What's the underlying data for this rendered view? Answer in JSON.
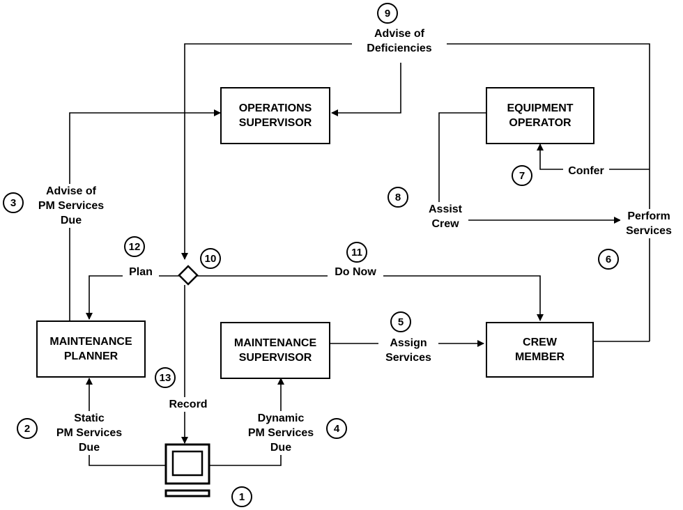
{
  "boxes": {
    "operations_supervisor": [
      "OPERATIONS",
      "SUPERVISOR"
    ],
    "equipment_operator": [
      "EQUIPMENT",
      "OPERATOR"
    ],
    "maintenance_planner": [
      "MAINTENANCE",
      "PLANNER"
    ],
    "maintenance_supervisor": [
      "MAINTENANCE",
      "SUPERVISOR"
    ],
    "crew_member": [
      "CREW",
      "MEMBER"
    ]
  },
  "labels": {
    "advise_deficiencies": [
      "Advise of",
      "Deficiencies"
    ],
    "advise_pm_services_due": [
      "Advise of",
      "PM Services",
      "Due"
    ],
    "confer": [
      "Confer"
    ],
    "assist_crew": [
      "Assist",
      "Crew"
    ],
    "perform_services": [
      "Perform",
      "Services"
    ],
    "plan": [
      "Plan"
    ],
    "do_now": [
      "Do Now"
    ],
    "assign_services": [
      "Assign",
      "Services"
    ],
    "static_pm_services_due": [
      "Static",
      "PM Services",
      "Due"
    ],
    "record": [
      "Record"
    ],
    "dynamic_pm_services_due": [
      "Dynamic",
      "PM Services",
      "Due"
    ]
  },
  "steps": [
    "1",
    "2",
    "3",
    "4",
    "5",
    "6",
    "7",
    "8",
    "9",
    "10",
    "11",
    "12",
    "13"
  ],
  "icons": {
    "computer": "computer-terminal-icon",
    "decision": "decision-diamond-icon"
  }
}
